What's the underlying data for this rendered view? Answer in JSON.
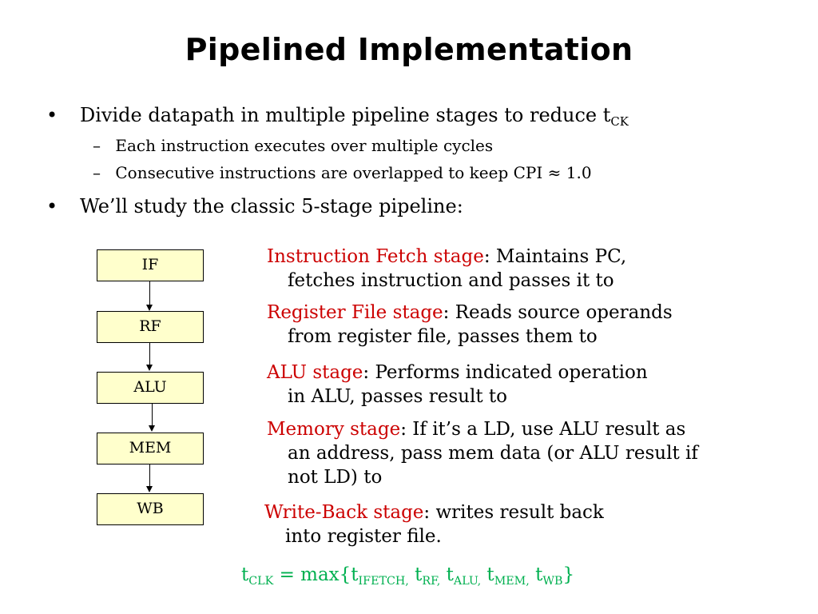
{
  "title": "Pipelined Implementation",
  "bullets": {
    "b1": {
      "text": "Divide datapath in multiple pipeline stages to reduce t",
      "sub": "CK",
      "subs": [
        "Each instruction executes over multiple cycles",
        "Consecutive instructions are overlapped to keep CPI ≈ 1.0"
      ]
    },
    "b2": {
      "text": "We’ll study the classic 5-stage pipeline:"
    },
    "marker": "•",
    "dash": "–"
  },
  "stages": [
    "IF",
    "RF",
    "ALU",
    "MEM",
    "WB"
  ],
  "descriptions": [
    {
      "name": "Instruction Fetch stage",
      "lines": [
        ": Maintains PC,",
        "fetches instruction and passes it to"
      ]
    },
    {
      "name": "Register File stage",
      "lines": [
        ": Reads source operands",
        "from register file, passes them to"
      ]
    },
    {
      "name": "ALU stage",
      "lines": [
        ": Performs indicated operation",
        "in ALU, passes result to"
      ]
    },
    {
      "name": "Memory stage",
      "lines": [
        ": If it’s a LD, use ALU result  as",
        "an address, pass mem data (or ALU result if",
        "not LD) to"
      ]
    },
    {
      "name": "Write-Back stage",
      "lines": [
        ": writes result back",
        "into register file."
      ]
    }
  ],
  "formula": {
    "lhs": "t",
    "lhs_sub": "CLK",
    "eq": " = max{",
    "terms": [
      {
        "t": "t",
        "sub": "IFETCH,"
      },
      {
        "t": " t",
        "sub": "RF,"
      },
      {
        "t": " t",
        "sub": "ALU,"
      },
      {
        "t": " t",
        "sub": "MEM,"
      },
      {
        "t": " t",
        "sub": "WB"
      }
    ],
    "close": "}"
  },
  "colors": {
    "stage_name": "#cc0000",
    "formula": "#00b050",
    "box_fill": "#ffffcc"
  }
}
